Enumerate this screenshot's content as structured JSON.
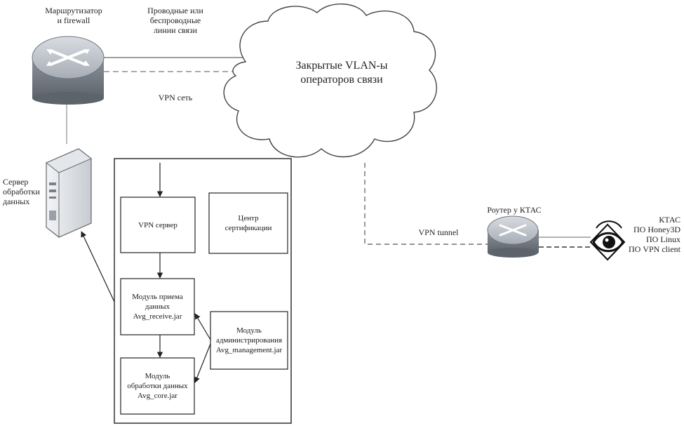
{
  "network": {
    "router_main_label": [
      "Маршрутизатор",
      "и firewall"
    ],
    "links_label": [
      "Проводные или",
      "беспроводные",
      "линии связи"
    ],
    "vpn_net_label": "VPN сеть",
    "cloud_label": [
      "Закрытые VLAN-ы",
      "операторов связи"
    ],
    "vpn_tunnel_label": "VPN tunnel",
    "router_remote_label": "Роутер у КТАС",
    "ktas_label": [
      "КТАС",
      "ПО Honey3D",
      "ПО Linux",
      "ПО VPN client"
    ],
    "server_label": [
      "Сервер",
      "обработки",
      "данных"
    ]
  },
  "modules": {
    "vpn_server": "VPN сервер",
    "cert_center": [
      "Центр",
      "сертификации"
    ],
    "receive_module": [
      "Модуль приема",
      "данных",
      "Avg_receive.jar"
    ],
    "admin_module": [
      "Модуль",
      "администрирования",
      "Avg_management.jar"
    ],
    "process_module": [
      "Модуль",
      "обработки данных",
      "Avg_core.jar"
    ]
  }
}
